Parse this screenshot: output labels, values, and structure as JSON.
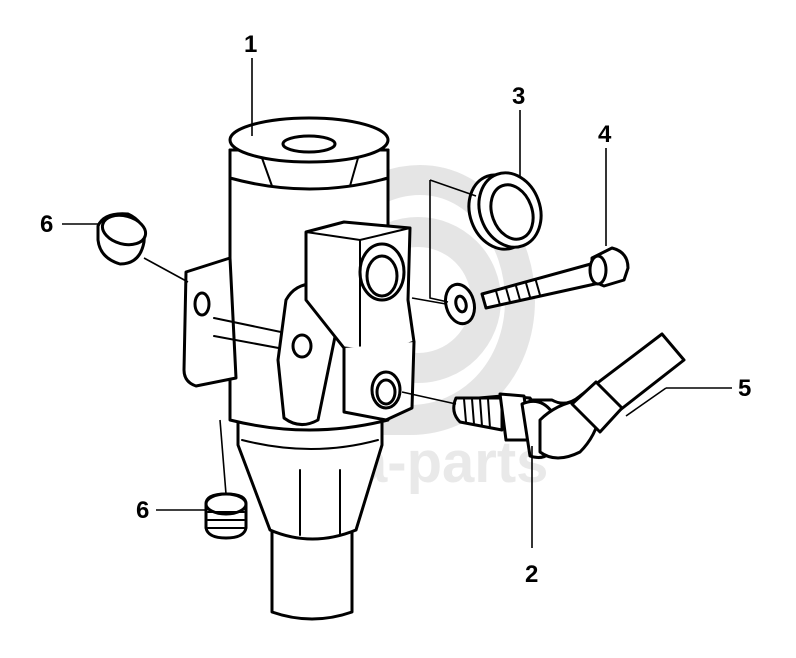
{
  "diagram": {
    "callouts": [
      "1",
      "2",
      "3",
      "4",
      "5",
      "6",
      "6"
    ],
    "watermark_text": "data-parts"
  }
}
